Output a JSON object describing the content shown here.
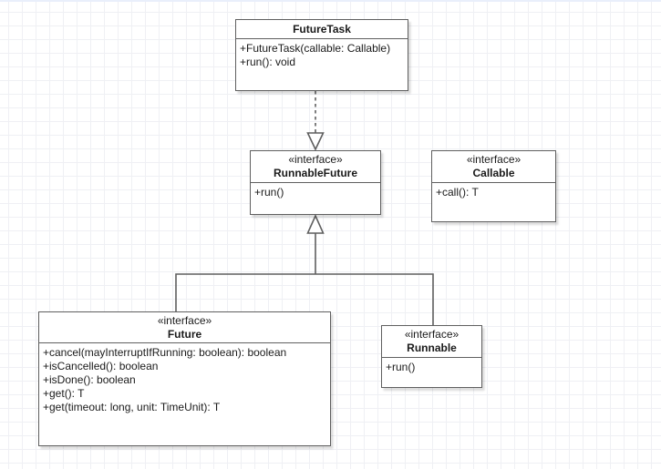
{
  "diagram": {
    "kind": "uml-class-diagram",
    "colors": {
      "stroke": "#5f5f5f",
      "text": "#1a1a1a",
      "shape_fill": "#ffffff",
      "grid_line": "#eff0f4",
      "canvas_background": "#ffffff",
      "top_strip": "#e9effb"
    }
  },
  "classes": [
    {
      "name": "FutureTask",
      "stereotype": "",
      "members": [
        "+FutureTask(callable: Callable)",
        "+run(): void"
      ]
    },
    {
      "name": "RunnableFuture",
      "stereotype": "«interface»",
      "members": [
        "+run()"
      ]
    },
    {
      "name": "Callable",
      "stereotype": "«interface»",
      "members": [
        "+call(): T"
      ]
    },
    {
      "name": "Future",
      "stereotype": "«interface»",
      "members": [
        "+cancel(mayInterruptIfRunning: boolean): boolean",
        "+isCancelled(): boolean",
        "+isDone(): boolean",
        "+get(): T",
        "+get(timeout: long, unit: TimeUnit): T"
      ]
    },
    {
      "name": "Runnable",
      "stereotype": "«interface»",
      "members": [
        "+run()"
      ]
    }
  ],
  "relationships": [
    {
      "type": "realization",
      "from": "FutureTask",
      "to": "RunnableFuture",
      "line": "dashed",
      "arrowhead": "hollow-triangle"
    },
    {
      "type": "generalization",
      "from": "Future",
      "to": "RunnableFuture",
      "line": "solid",
      "arrowhead": "hollow-triangle"
    },
    {
      "type": "generalization",
      "from": "Runnable",
      "to": "RunnableFuture",
      "line": "solid",
      "arrowhead": "hollow-triangle"
    }
  ]
}
